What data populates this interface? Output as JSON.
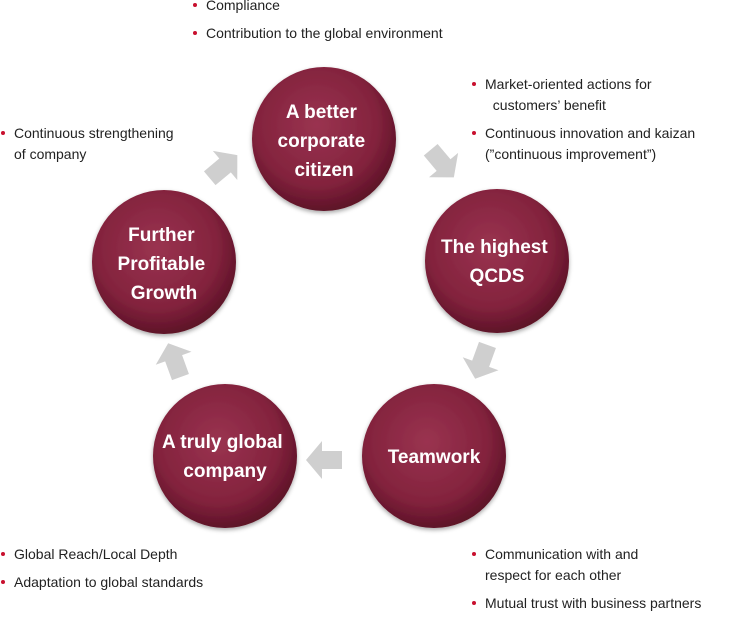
{
  "nodes": [
    {
      "id": "citizen",
      "lines": [
        "A better",
        "corporate",
        "citizen"
      ]
    },
    {
      "id": "qcds",
      "lines": [
        "The highest",
        "QCDS"
      ]
    },
    {
      "id": "teamwork",
      "lines": [
        "Teamwork"
      ]
    },
    {
      "id": "global",
      "lines": [
        "A truly global",
        "company"
      ]
    },
    {
      "id": "growth",
      "lines": [
        "Further",
        "Profitable",
        "Growth"
      ]
    }
  ],
  "bullets": {
    "top": [
      "Compliance",
      "Contribution to the global environment"
    ],
    "right": [
      "Market-oriented actions for\n  customers’ benefit",
      "Continuous innovation and kaizan\n(”continuous improvement”)"
    ],
    "left": [
      "Continuous strengthening\nof company"
    ],
    "bottom_left": [
      "Global Reach/Local Depth",
      "Adaptation to global standards"
    ],
    "bottom_right": [
      "Communication with and\nrespect for each other",
      "Mutual trust with business partners"
    ]
  },
  "colors": {
    "circle": "#8b2a44",
    "circle_dark": "#5e1228",
    "arrow": "#cfcfcf",
    "bullet": "#c8102e"
  },
  "icons": {
    "arrow": "block-arrow-icon",
    "bullet": "red-dot-icon"
  }
}
